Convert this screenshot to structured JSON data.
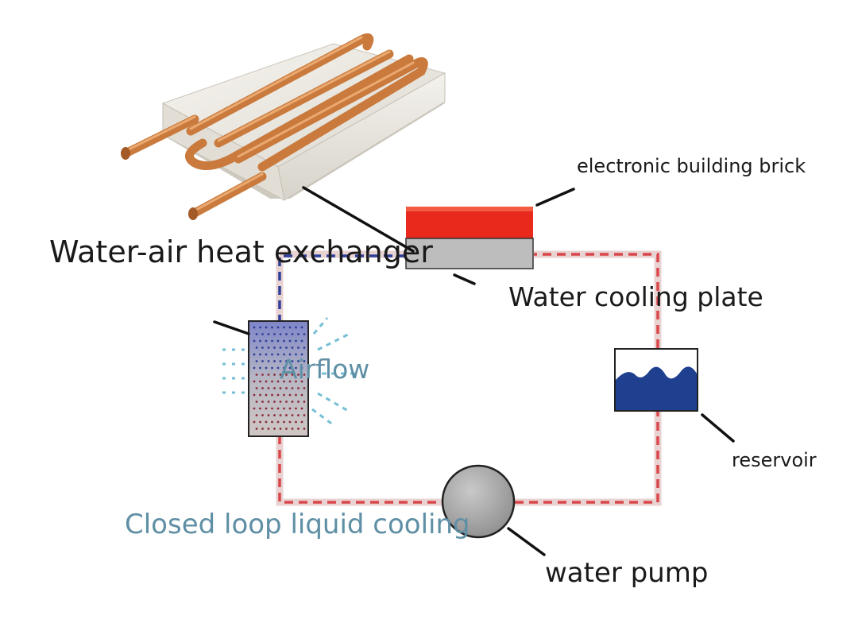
{
  "labels": {
    "heat_exchanger": "Water-air heat exchanger",
    "electronic_brick": "electronic building brick",
    "cooling_plate": "Water cooling plate",
    "airflow": "Airflow",
    "reservoir": "reservoir",
    "closed_loop": "Closed loop liquid cooling",
    "water_pump": "water pump"
  },
  "colors": {
    "hot_pipe": "#d9474a",
    "cold_pipe": "#2e3f9a",
    "pipe_halo": "#e6c9c9",
    "electronic_brick": "#e8291c",
    "cooling_plate": "#bdbdbd",
    "reservoir_water": "#1f3f8f",
    "airflow": "#5fb3cf",
    "copper": "#c97a3c",
    "aluminum": "#e9e6df"
  },
  "icons": {
    "heat_exchanger_photo": "copper-tube-heat-exchanger-icon",
    "pump": "circle-pump-icon",
    "reservoir": "water-wave-icon",
    "radiator": "radiator-icon"
  }
}
